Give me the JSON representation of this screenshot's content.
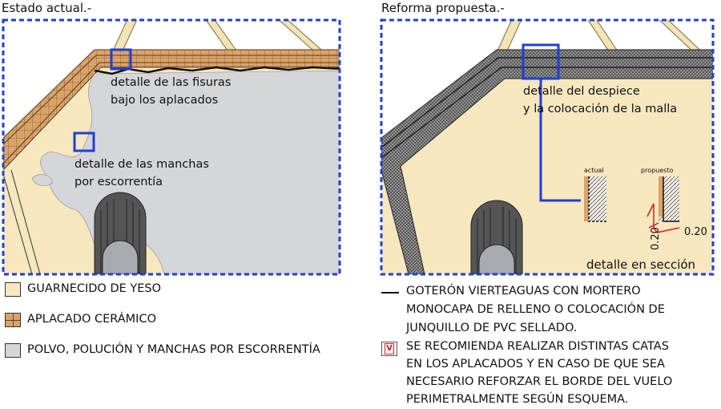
{
  "left_panel": {
    "title": "Estado actual.-",
    "detail_fisuras": [
      "detalle de las fisuras",
      "bajo los aplacados"
    ],
    "detail_manchas": [
      "detalle de las manchas",
      "por escorrentía"
    ]
  },
  "right_panel": {
    "title": "Reforma propuesta.-",
    "detail_despiece": [
      "detalle del despiece",
      "y la colocación de la malla"
    ],
    "inset": {
      "label_actual": "actual",
      "label_propuesto": "propuesto",
      "dim_horizontal": "0.20",
      "dim_vertical": "0.20",
      "caption": "detalle en sección"
    }
  },
  "legend": [
    {
      "label": "GUARNECIDO DE YESO",
      "color": "#f7e7bf"
    },
    {
      "label": "APLACADO CERÁMICO",
      "color": "#d9a36b"
    },
    {
      "label": "POLVO, POLUCIÓN Y MANCHAS POR ESCORRENTÍA",
      "color": "#d4d6da"
    }
  ],
  "notes": {
    "goteron": [
      "GOTERÓN VIERTEAGUAS CON MORTERO",
      "MONOCAPA DE RELLENO O COLOCACIÓN DE",
      "JUNQUILLO DE PVC SELLADO."
    ],
    "recomendacion_mark": "V",
    "recomendacion": [
      "SE RECOMIENDA REALIZAR DISTINTAS CATAS",
      "EN LOS APLACADOS Y EN CASO DE QUE SEA",
      "NECESARIO REFORZAR EL BORDE DEL VUELO",
      "PERIMETRALMENTE SEGÚN ESQUEMA."
    ]
  },
  "colors": {
    "frame_blue": "#1f3fd6",
    "yeso": "#f7e7bf",
    "stain": "#d4d6da",
    "ceramic": "#d9a36b",
    "mark_red": "#d42020"
  }
}
